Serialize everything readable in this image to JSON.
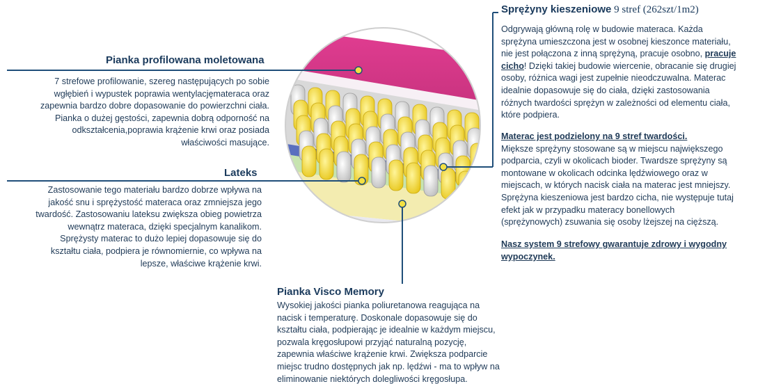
{
  "colors": {
    "accent_line": "#1f4e79",
    "marker_yellow": "#f3e043",
    "heading": "#1a3a5c",
    "text": "#1f3a57"
  },
  "sections": {
    "pianka_profilowana": {
      "heading": "Pianka profilowana moletowana",
      "lines": [
        "7 strefowe profilowanie, szereg następujących po sobie",
        "wgłębień i wypustek poprawia wentylacjęmateraca oraz",
        "zapewnia bardzo dobre dopasowanie do powierzchni ciała.",
        "Pianka o dużej gęstości, zapewnia dobrą odporność na",
        "odkształcenia,poprawia krążenie krwi oraz posiada",
        "właściwości masujące."
      ]
    },
    "lateks": {
      "heading": "Lateks",
      "lines": [
        "Zastosowanie tego materiału bardzo dobrze wpływa na",
        "jakość snu i sprężystość materaca oraz zmniejsza jego",
        "twardość. Zastosowaniu lateksu zwiększa obieg powietrza",
        "wewnątrz materaca, dzięki specjalnym kanalikom.",
        "Sprężysty materac to dużo lepiej dopasowuje się do",
        "kształtu ciała, podpiera je równomiernie, co wpływa na",
        "lepsze, właściwe krążenie krwi."
      ]
    },
    "visco": {
      "heading": "Pianka Visco Memory",
      "lines": [
        "Wysokiej jakości pianka poliuretanowa reagująca na",
        "nacisk i temperaturę. Doskonale dopasowuje się do",
        "kształtu ciała, podpierając je idealnie w każdym miejscu,",
        "pozwala kręgosłupowi przyjąć naturalną pozycję,",
        "zapewnia właściwe krążenie krwi. Zwiększa podparcie",
        "miejsc trudno dostępnych jak np. lędźwi - ma to wpływ na",
        "eliminowanie niektórych dolegliwości kręgosłupa."
      ]
    },
    "sprezyny": {
      "heading": "Sprężyny kieszeniowe",
      "heading_sub": " 9 stref (262szt/1m2)",
      "para1_lines": [
        "Odgrywają główną rolę w budowie materaca. Każda",
        "sprężyna umieszczona jest w osobnej kieszonce materiału,",
        "nie jest połączona z inną sprężyną, pracuje osobno, "
      ],
      "para1_link_a": "pracuje",
      "para1_link_b": "cicho",
      "para1_after_link": "! Dzięki takiej budowie wiercenie, obracanie się drugiej",
      "para1_rest": [
        "osoby, różnica wagi jest zupełnie nieodczuwalna. Materac",
        "idealnie dopasowuje się do ciała, dzięki zastosowania",
        "różnych twardości sprężyn w zależności od elementu ciała,",
        "które podpiera."
      ],
      "para2_title": "Materac jest podzielony na 9 stref twardości.",
      "para2_lines": [
        "Miększe sprężyny stosowane są w miejscu największego",
        "podparcia, czyli w okolicach bioder. Twardsze sprężyny są",
        "montowane w okolicach odcinka lędźwiowego oraz w",
        "miejscach, w których nacisk ciała na materac jest mniejszy.",
        "Sprężyna kieszeniowa jest bardzo cicha, nie występuje tutaj",
        "efekt jak w przypadku materacy bonellowych",
        "(sprężynowych) zsuwania się osoby lżejszej na cięższą."
      ],
      "para3_lines": [
        "Nasz system 9 strefowy gwarantuje zdrowy i wygodny",
        "wypoczynek."
      ]
    }
  }
}
